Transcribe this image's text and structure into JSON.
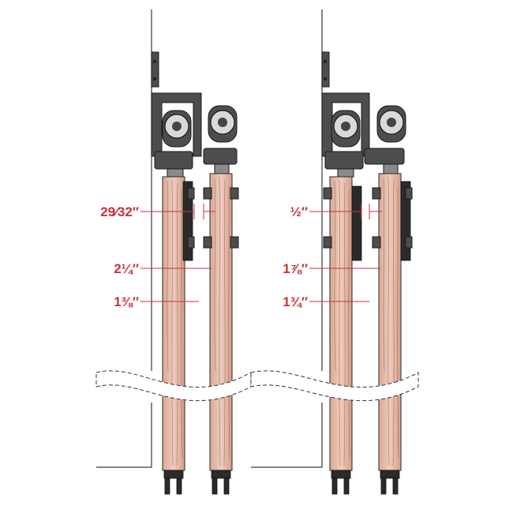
{
  "left_assembly": {
    "dimensions": [
      {
        "label": "29⁄32″"
      },
      {
        "label": "2¼″"
      },
      {
        "label": "1⅜″"
      }
    ]
  },
  "right_assembly": {
    "dimensions": [
      {
        "label": "½″"
      },
      {
        "label": "1⅞″"
      },
      {
        "label": "1¾″"
      }
    ]
  },
  "colors": {
    "dimension_text": "#c8323c",
    "hardware": "#4d4d4d",
    "wood": "#e2b9a6",
    "wall_line": "#3a3a3a"
  },
  "icons": [
    "wheel-hanger-icon",
    "floor-guide-icon",
    "wall-bracket-icon"
  ]
}
